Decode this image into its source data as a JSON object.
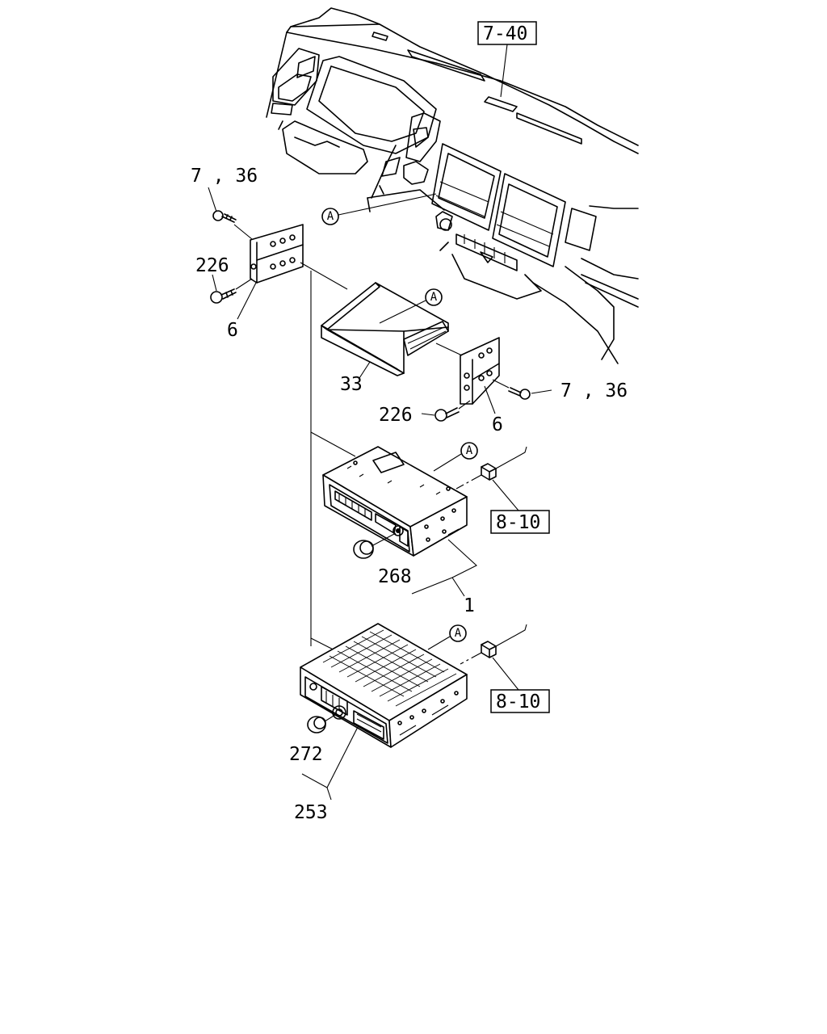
{
  "callouts": {
    "ref_7_40": "7-40",
    "ref_8_10_top": "8-10",
    "ref_8_10_bottom": "8-10",
    "screw_top_left": "7 , 36",
    "bolt_left": "226",
    "bracket_left": "6",
    "trim_panel": "33",
    "screw_right": "7 , 36",
    "bolt_right": "226",
    "bracket_right": "6",
    "knob_radio": "268",
    "radio_assembly": "1",
    "knob_cd": "272",
    "cd_assembly": "253",
    "circle_a": "A"
  }
}
